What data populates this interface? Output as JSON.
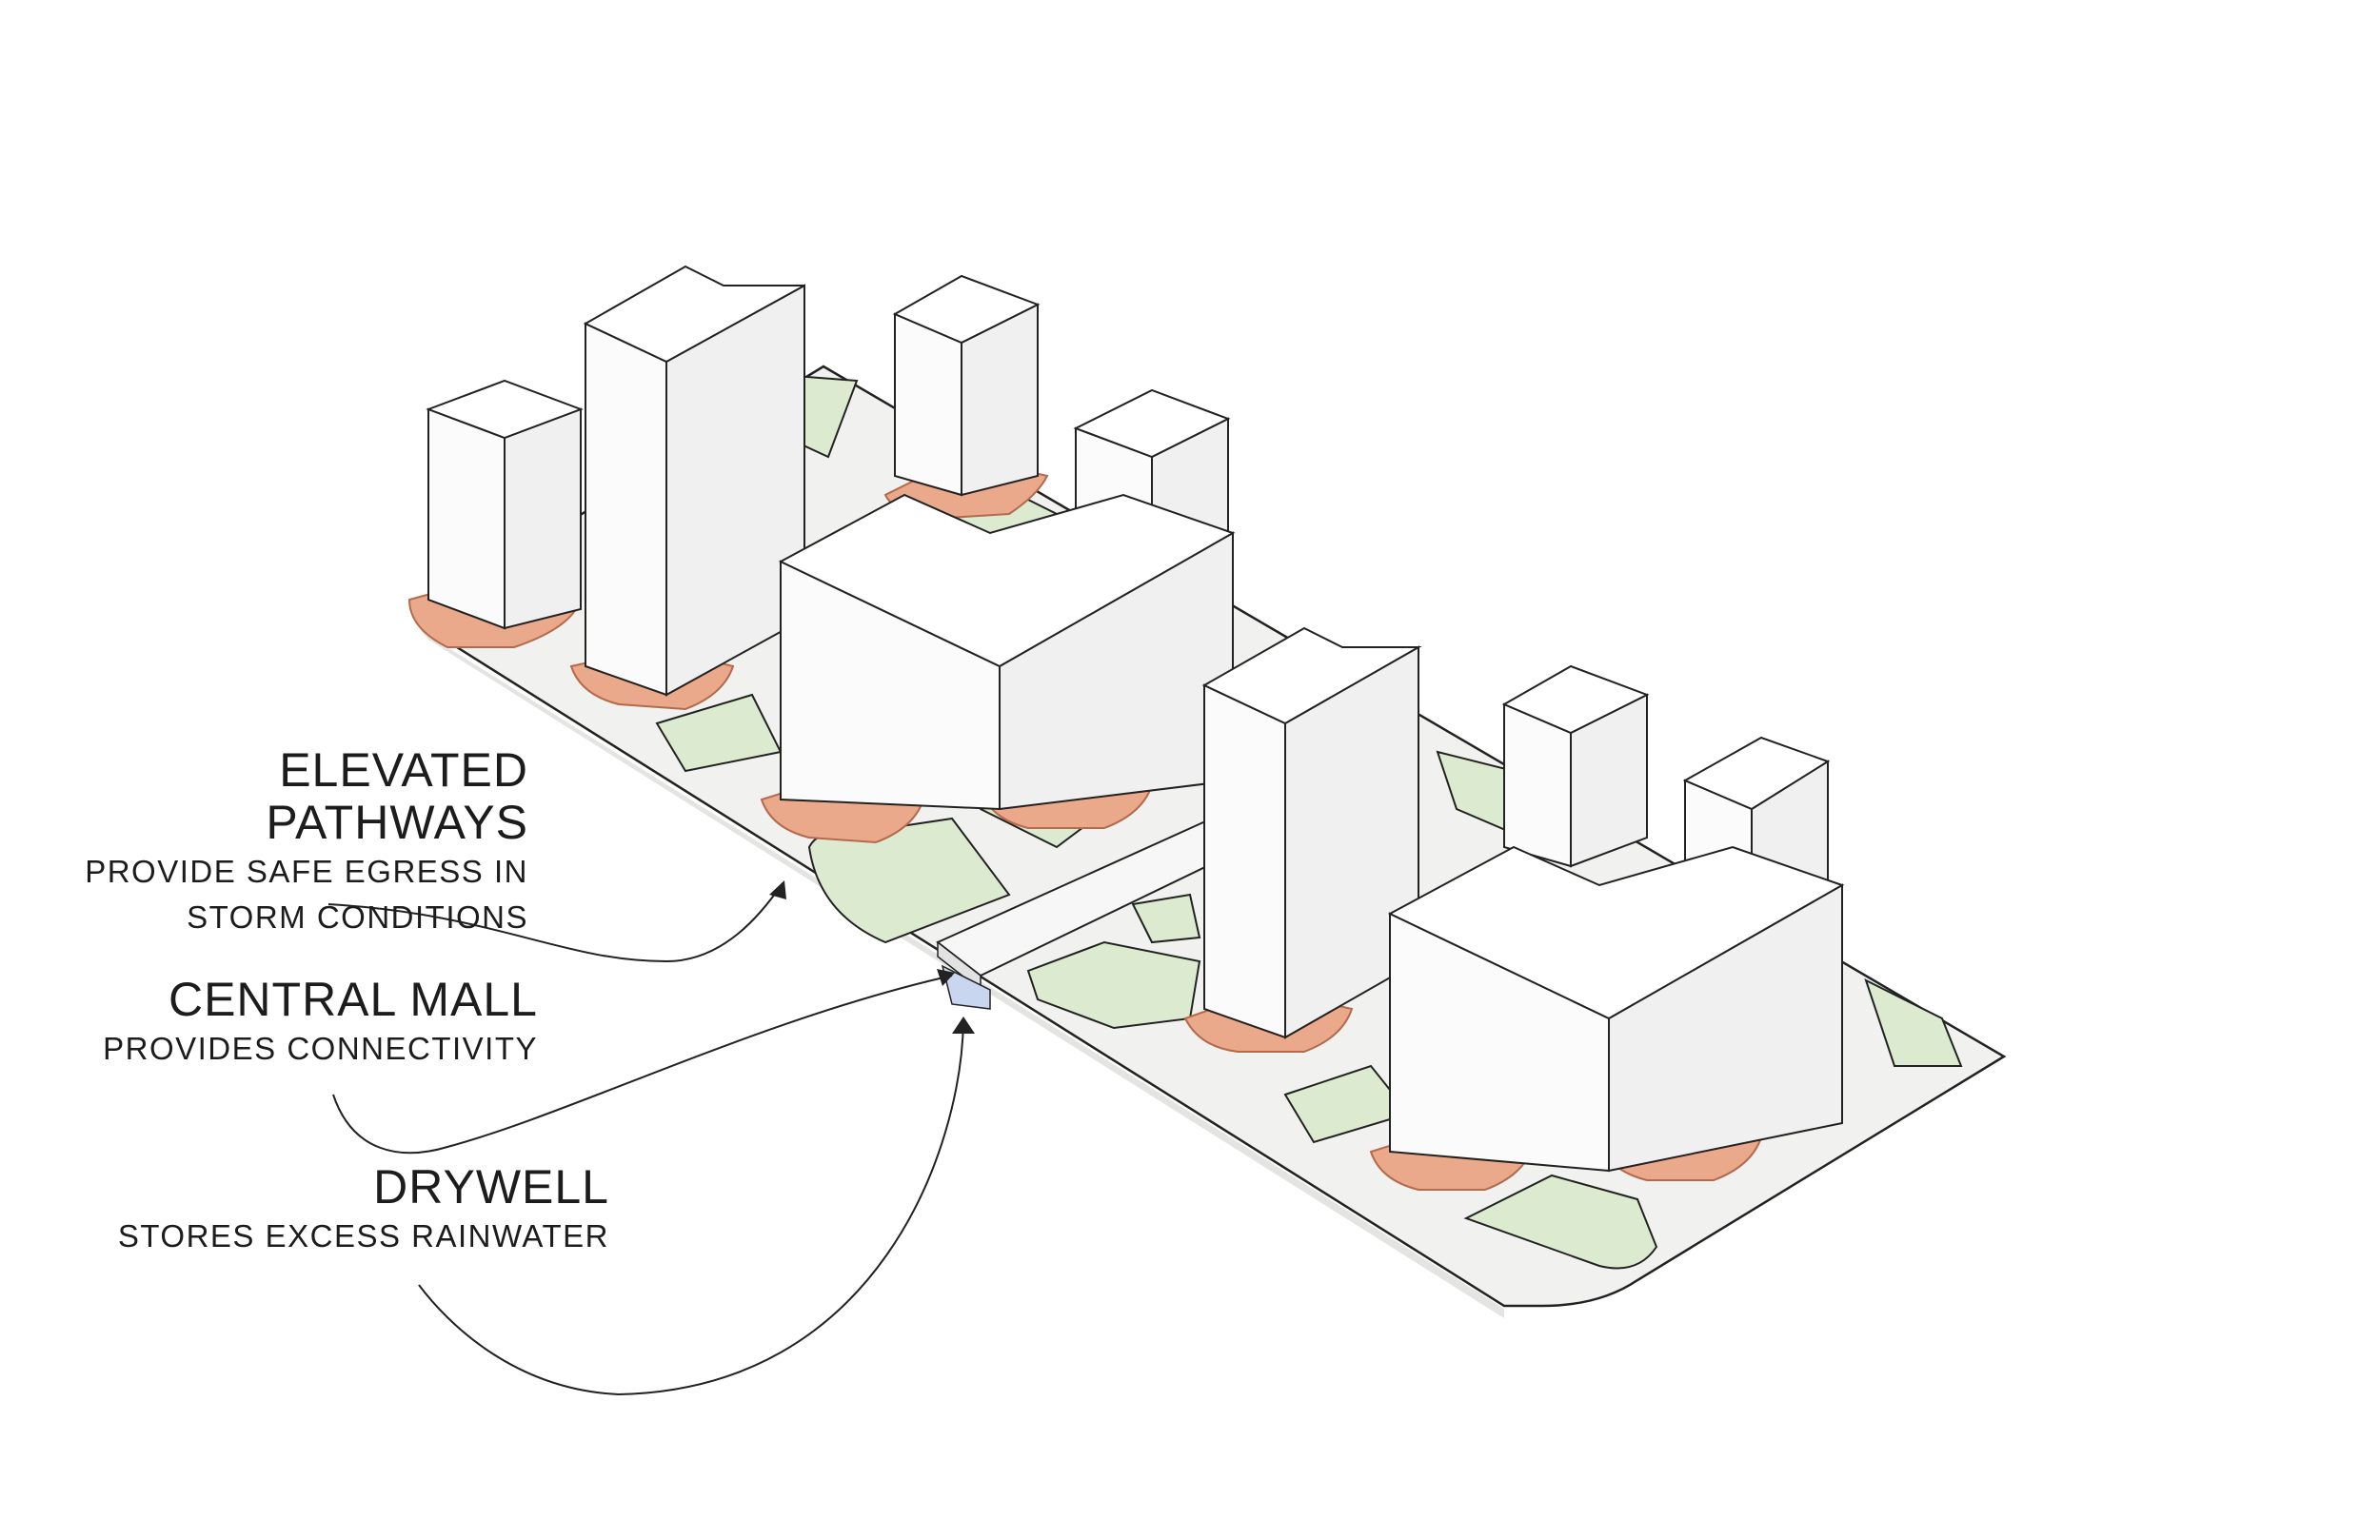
{
  "annotations": [
    {
      "id": "elevated-pathways",
      "title": "ELEVATED PATHWAYS",
      "lines": [
        "PROVIDE SAFE EGRESS IN",
        "STORM CONDITIONS"
      ]
    },
    {
      "id": "central-mall",
      "title": "CENTRAL MALL",
      "lines": [
        "PROVIDES CONNECTIVITY"
      ]
    },
    {
      "id": "drywell",
      "title": "DRYWELL",
      "lines": [
        "STORES EXCESS RAINWATER"
      ]
    }
  ],
  "colors": {
    "site": "#f1f1ef",
    "green": "#dcebd0",
    "podium": "#e9a98a",
    "podium_stroke": "#b56a4c",
    "building_left": "#fbfbfb",
    "building_right": "#f0f0f0",
    "building_top": "#ffffff",
    "line": "#222222",
    "drywell": "#c9d6ef"
  },
  "icons": [
    "arrow-head-icon"
  ]
}
